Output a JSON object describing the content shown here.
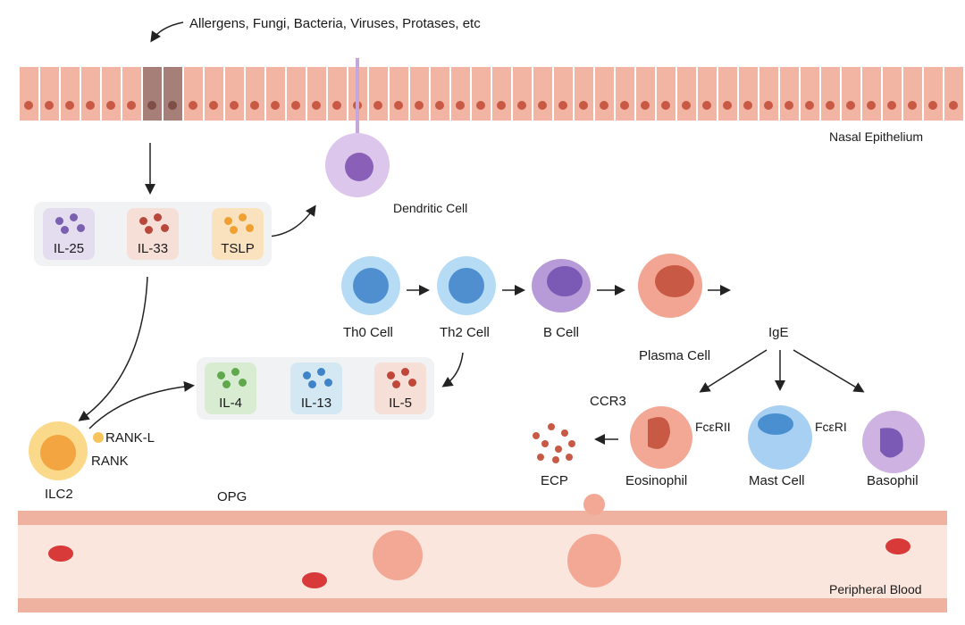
{
  "title": "Nasal allergic inflammation pathway",
  "labels": {
    "triggers": "Allergens, Fungi, Bacteria, Viruses, Protases, etc",
    "nasal_epithelium": "Nasal Epithelium",
    "dendritic_cell": "Dendritic Cell",
    "th0": "Th0 Cell",
    "th2": "Th2 Cell",
    "b_cell": "B Cell",
    "plasma_cell": "Plasma Cell",
    "ige": "IgE",
    "ccr3": "CCR3",
    "fceRII": "FcεRII",
    "fceRI": "FcεRI",
    "ecp": "ECP",
    "eosinophil": "Eosinophil",
    "mast_cell": "Mast Cell",
    "basophil": "Basophil",
    "ilc2": "ILC2",
    "rank_l": "RANK-L",
    "rank": "RANK",
    "opg": "OPG",
    "peripheral_blood": "Peripheral Blood"
  },
  "alarmins": [
    {
      "label": "IL-25",
      "bg": "#e4dcef",
      "dot": "#7b5fb0"
    },
    {
      "label": "IL-33",
      "bg": "#f6dfd6",
      "dot": "#b8483c"
    },
    {
      "label": "TSLP",
      "bg": "#fbe2bf",
      "dot": "#f0a030"
    }
  ],
  "cytokines": [
    {
      "label": "IL-4",
      "bg": "#d8ecd2",
      "dot": "#5fa84c"
    },
    {
      "label": "IL-13",
      "bg": "#d4e8f3",
      "dot": "#3f84c8"
    },
    {
      "label": "IL-5",
      "bg": "#f6dfd6",
      "dot": "#c0463a"
    }
  ],
  "colors": {
    "epithelium": "#f2b5a3",
    "nucleus": "#c85a45",
    "damaged": "#a57f78",
    "blood_vessel": "#f7d3c6",
    "t_cell": "#8ec3ea",
    "b_cell": "#9b7cc8",
    "plasma": "#ee9b88",
    "eosinophil": "#f3a896",
    "mast": "#9cc8ee",
    "basophil": "#c3a3dc",
    "ilc2": "#f7c45a"
  }
}
